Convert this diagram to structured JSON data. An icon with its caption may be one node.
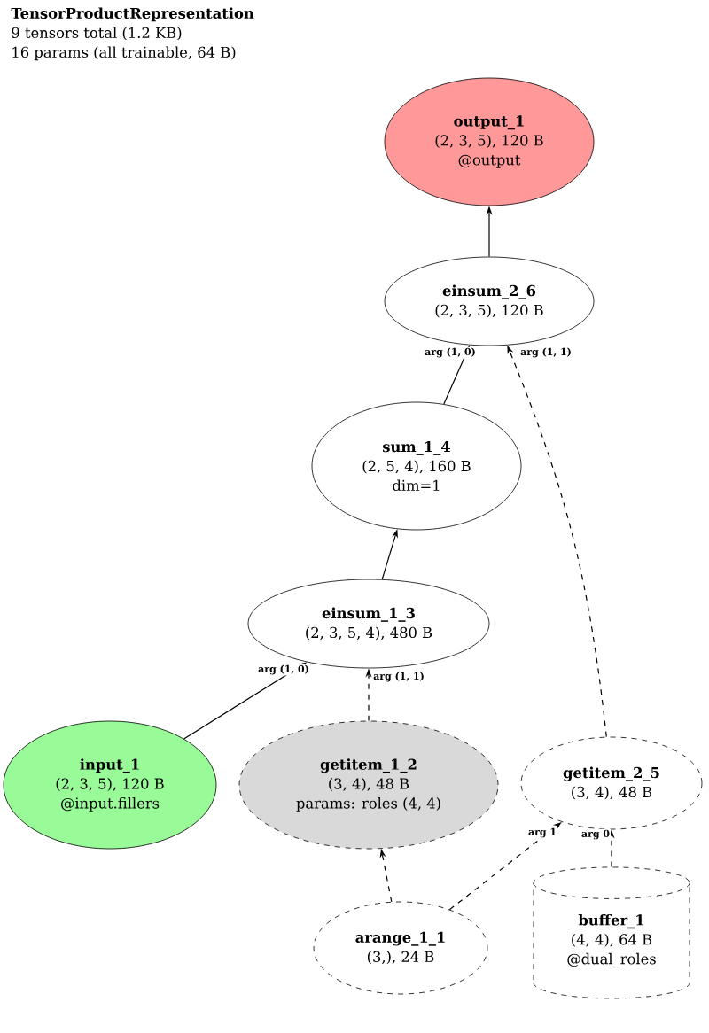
{
  "diagram": {
    "title": "TensorProductRepresentation",
    "nodes": [
      {
        "text": [
          "output_1",
          "(2, 3, 5), 120 B",
          "@output"
        ]
      },
      {
        "text": [
          "einsum_2_6",
          "(2, 3, 5), 120 B"
        ]
      },
      {
        "text": [
          "sum_1_4",
          "(2, 5, 4), 160 B",
          "dim=1"
        ]
      },
      {
        "text": [
          "einsum_1_3",
          "(2, 3, 5, 4), 480 B"
        ]
      },
      {
        "text": [
          "input_1",
          "(2, 3, 5), 120 B",
          "@input.fillers"
        ]
      },
      {
        "text": [
          "getitem_1_2",
          "(3, 4), 48 B",
          "params: roles (4, 4)"
        ]
      },
      {
        "text": [
          "getitem_2_5",
          "(3, 4), 48 B"
        ]
      },
      {
        "text": [
          "arange_1_1",
          "(3,), 24 B"
        ]
      },
      {
        "text": [
          "buffer_1",
          "(4, 4), 64 B",
          "@dual_roles"
        ]
      }
    ],
    "edges": [
      {
        "from": 1,
        "to": 0,
        "arrow": "to"
      },
      {
        "from": 2,
        "to": 1,
        "arrow": "to",
        "label": "arg (1, 0)"
      },
      {
        "from": 6,
        "to": 1,
        "arrow": "to",
        "label": "arg (1, 1)",
        "style": "dashed"
      },
      {
        "from": 3,
        "to": 2,
        "arrow": "to"
      },
      {
        "from": 4,
        "to": 3,
        "arrow": "to",
        "label": "arg (1, 0)"
      },
      {
        "from": 5,
        "to": 3,
        "arrow": "to",
        "label": "arg (1, 1)",
        "style": "dashed"
      },
      {
        "from": 7,
        "to": 5,
        "arrow": "to",
        "style": "dashed"
      },
      {
        "from": 7,
        "to": 6,
        "arrow": "to",
        "label": "arg 1",
        "style": "dashed"
      },
      {
        "from": 8,
        "to": 6,
        "arrow": "to",
        "label": "arg 0",
        "style": "dashed"
      }
    ],
    "labels": [
      "9 tensors total (1.2 KB)",
      "16 params (all trainable, 64 B)"
    ]
  }
}
